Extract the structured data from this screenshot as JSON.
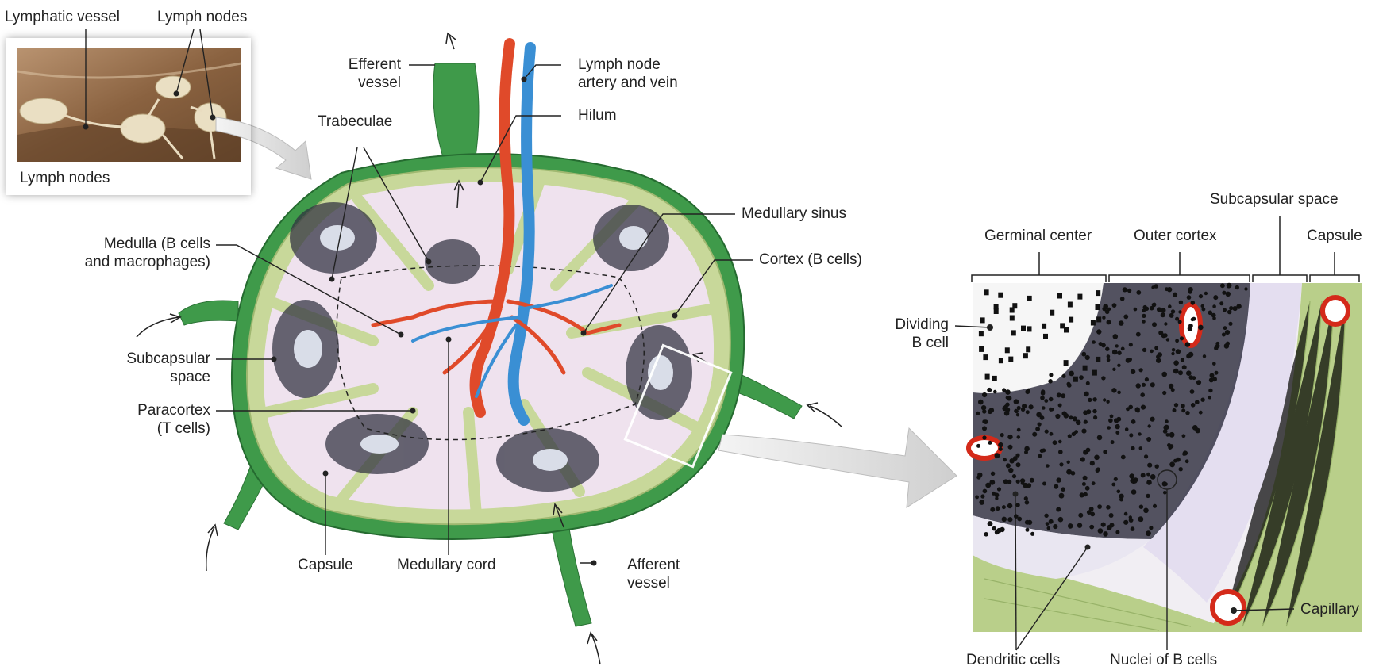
{
  "photo": {
    "caption": "Lymph nodes",
    "label_vessel": "Lymphatic vessel",
    "label_nodes": "Lymph nodes"
  },
  "node": {
    "efferent": [
      "Efferent",
      "vessel"
    ],
    "artery_vein": [
      "Lymph node",
      "artery and vein"
    ],
    "hilum": "Hilum",
    "trabeculae": "Trabeculae",
    "medullary_sinus": "Medullary sinus",
    "medulla": [
      "Medulla (B cells",
      "and macrophages)"
    ],
    "cortex": "Cortex (B cells)",
    "subcapsular": [
      "Subcapsular",
      "space"
    ],
    "paracortex": [
      "Paracortex",
      "(T cells)"
    ],
    "capsule": "Capsule",
    "medullary_cord": "Medullary cord",
    "afferent": [
      "Afferent",
      "vessel"
    ]
  },
  "detail": {
    "subcapsular_space": "Subcapsular space",
    "germinal_center": "Germinal center",
    "outer_cortex": "Outer cortex",
    "capsule": "Capsule",
    "dividing": [
      "Dividing",
      "B cell"
    ],
    "capillary": "Capillary",
    "dendritic": "Dendritic cells",
    "nuclei": "Nuclei of B cells"
  },
  "colors": {
    "capsule_green": "#3f9a4a",
    "trabeculae": "#c8d89a",
    "artery": "#e04a2a",
    "vein": "#3a8fd4",
    "tissue_pink": "#efe2ee",
    "b_cell": "#2a2a3a"
  }
}
